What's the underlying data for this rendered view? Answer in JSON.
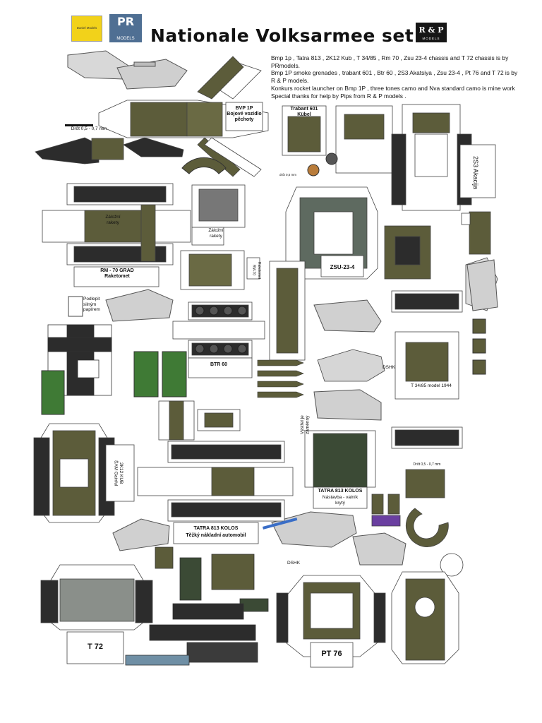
{
  "header": {
    "title": "Nationale Volksarmee  set",
    "logo_left_text": "Daniel Models",
    "logo_center_top": "PR",
    "logo_center_bottom": "MODELS",
    "logo_right_top": "R & P",
    "logo_right_bottom": "MODELS"
  },
  "credits": [
    "Bmp 1p , Tatra 813 , 2K12 Kub , T 34/85 , Rm 70 ,  Zsu 23-4 chassis and T 72 chassis is by",
    "PRmodels.",
    "Bmp 1P smoke grenades , trabant 601 , Btr 60 , 2S3 Akatsiya , Zsu 23-4 , Pt 76 and T 72 is by",
    "R & P models.",
    "Konkurs rocket launcher on Bmp 1P , three tones camo and Nva standard camo is mine work",
    "Special thanks for help by Pips from R & P models ."
  ],
  "labels": {
    "drot1": "Drôt 0,5 - 0,7 mm",
    "bvp": "BVP 1P\nBojové vozidlo\npěchoty",
    "trabant": "Trabant 601\nKübel",
    "akacija": "2S3 Akacija",
    "zalozni1": "Záložní\nrakety",
    "zalozni2": "Záložní\nrakety",
    "rakety": "Raketomet\nRM-70",
    "rm70": "RM - 70 GRAD\nRaketomet",
    "zsu": "ZSU-23-4",
    "podlepit": "Podlepit\nsilným\npapírem",
    "btr": "BTR 60",
    "t34": "T 34/85 model 1944",
    "dshk1": "DSHK",
    "vystrel": "Výstřel je\nzáměnný",
    "kub": "2K12 KUB\nŠAM Gainful",
    "drot2": "Drôt 0,5 - 0,7 mm",
    "tatra_kolos": "TATRA 813 KOLOS",
    "tatra_kolos_sub": "Nástavba - valník\nkrytý",
    "tatra_main": "TATRA 813 KOLOS",
    "tatra_main_sub": "Těžký nákladní automobil",
    "dshk2": "DSHK",
    "t72": "T 72",
    "pt76": "PT 76",
    "small1": "drôt 0,5 mm"
  },
  "colors": {
    "olive": "#5c5c3a",
    "dark": "#2c2c2c",
    "grey": "#c9c9c9",
    "green": "#3f7a35"
  }
}
